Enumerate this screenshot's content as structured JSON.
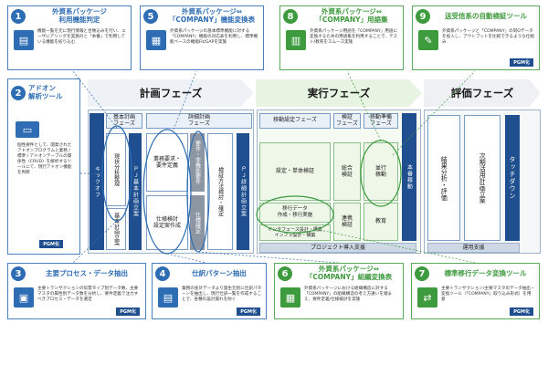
{
  "cards": {
    "c1": {
      "num": "1",
      "title": "外資系パッケージ\n利用機能判定",
      "desc": "機能一覧を元に現行情報と合致込みを行い、ユーザにアリングを実施のと「本番」で利用している機能を絞り込む"
    },
    "c5": {
      "num": "5",
      "title": "外資系パッケージ⇔\n「COMPANY」機能変換表",
      "desc": "外資系パッケージの基本標準機能に対する「COMPANY」機能の対応表を利用し、標準機能ベースの機能Fit/GAPを実施"
    },
    "c8": {
      "num": "8",
      "title": "外資系パッケージ⇔\n「COMPANY」用語集",
      "desc": "外資系パッケージ用語を「COMPANY」用語に変換するための用語集を利用することで、テスト/教育をスムーズ実施"
    },
    "c9": {
      "num": "9",
      "title": "送受信系の自動検証ツール",
      "desc": "外資系パッケージと「COMPANY」の同Oデータを投入し、アウトプットを比較できるような仕組み",
      "badge": "PGM化"
    },
    "c2": {
      "num": "2",
      "title": "アドオン\n解析ツール",
      "desc": "個性要件として、開発されたアドオンプログラムと業務 / 標準 / アドオンテーブルの関係性（CRUD）を解析するツールにて、現行アドオン機能を判断",
      "badge": "PGM化"
    },
    "c3": {
      "num": "3",
      "title": "主要プロセス・データ抽出",
      "desc": "主要トランザクションの伝票タイプ別データ数、主要マスタの属性別データ数を分析し、要件定義で注力すべきプロセス・データを選定",
      "badge": "PGM化"
    },
    "c4": {
      "num": "4",
      "title": "仕訳パターン抽出",
      "desc": "業務の会計データより発生元別に仕訳パターンを抽出し、現行仕訳一覧を作成することで、各種の設計漏れを防ぐ",
      "badge": "PGM化"
    },
    "c6": {
      "num": "6",
      "title": "外資系パッケージ⇔\n「COMPANY」組織変換表",
      "desc": "外資系パッケージにおける組織構造に対する「COMPANY」の組織構造の考え方違いを踏まえ、要件定義/仕様検討を実施"
    },
    "c7": {
      "num": "7",
      "title": "標準移行データ変換ツール",
      "desc": "主要トランザクション/主要マスタのデータ抽出・変換ツール（「COMPANY」取り込み形式）を用意",
      "badge": "PGM化"
    }
  },
  "phases": {
    "plan": "計画フェーズ",
    "exec": "実行フェーズ",
    "eval": "評価フェーズ"
  },
  "plan": {
    "kickoff": "キックオフ",
    "basic_label": "基本計画\nフェーズ",
    "detail_label": "詳細計画\nフェーズ",
    "current": "現状分析整理",
    "basic_plan": "基本計画立案",
    "pj_basic": "ＰＪ基本計画立案",
    "biz_req": "業務要求・\n要件定義",
    "spec": "仕様検討\n設定案作成",
    "req_summary": "要件・非機能要件",
    "spec_confirm": "仕様確定",
    "verify": "検証方法検討・確定",
    "pj_detail": "ＰＪ詳細計画立案"
  },
  "exec": {
    "migration_label": "移動設定フェーズ",
    "verify_label": "検証\nフェーズ",
    "prep_label": "移動準備\nフェーズ",
    "setting": "設定・単体検証",
    "data_move": "移行データ\n作成・移行実施",
    "infra": "インタフェース設計・構築\nインフラ設計・構築",
    "total": "総合\n検証",
    "link": "連携\n検証",
    "parallel": "並行\n稼動",
    "education": "教育",
    "prod": "本番稼動",
    "support": "プロジェクト導入支援"
  },
  "eval": {
    "result": "結果分析・評価",
    "next": "次期活用計画立案",
    "touchdown": "タッチダウン",
    "ops": "運用支援"
  }
}
